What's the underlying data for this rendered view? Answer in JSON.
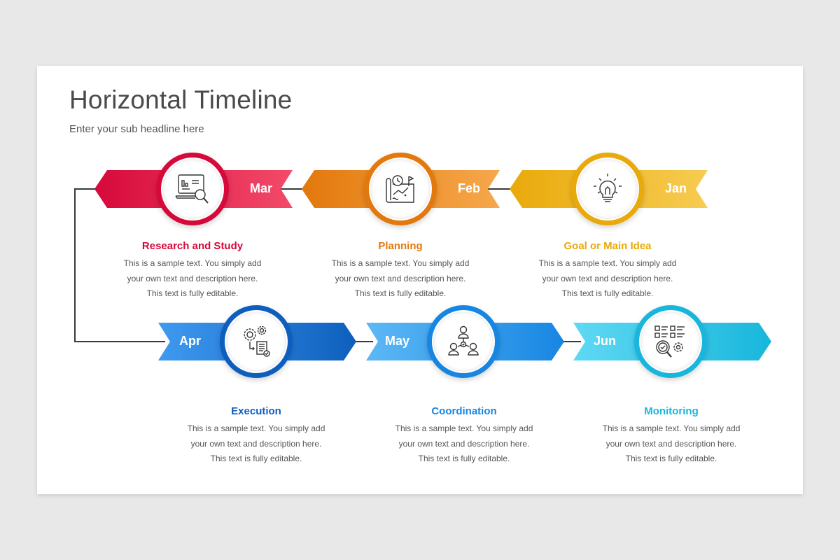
{
  "header": {
    "title": "Horizontal Timeline",
    "subtitle": "Enter your sub headline here"
  },
  "steps": [
    {
      "month": "Mar",
      "title": "Research and Study",
      "icon": "laptop-analytics-search-icon",
      "color": "#d6093a",
      "light": "#f34b6a",
      "lines": [
        "This is a sample text. You simply add",
        "your own text and description here.",
        "This text is fully editable."
      ]
    },
    {
      "month": "Feb",
      "title": "Planning",
      "icon": "map-plan-clock-flag-icon",
      "color": "#e3780c",
      "light": "#f6a84c",
      "lines": [
        "This is a sample text. You simply add",
        "your own text and description here.",
        "This text is fully editable."
      ]
    },
    {
      "month": "Jan",
      "title": "Goal or Main Idea",
      "icon": "lightbulb-icon",
      "color": "#e9a90a",
      "light": "#f7cc52",
      "lines": [
        "This is a sample text. You simply add",
        "your own text and description here.",
        "This text is fully editable."
      ]
    },
    {
      "month": "Apr",
      "title": "Execution",
      "icon": "gears-document-icon",
      "color": "#0e5fbd",
      "light": "#3f9af0",
      "lines": [
        "This is a sample text. You simply add",
        "your own text and description here.",
        "This text is fully editable."
      ]
    },
    {
      "month": "May",
      "title": "Coordination",
      "icon": "team-network-icon",
      "color": "#1786e2",
      "light": "#5db8f6",
      "lines": [
        "This is a sample text. You simply add",
        "your own text and description here.",
        "This text is fully editable."
      ]
    },
    {
      "month": "Jun",
      "title": "Monitoring",
      "icon": "checklist-search-gear-icon",
      "color": "#18b6dc",
      "light": "#5fd9f4",
      "lines": [
        "This is a sample text. You simply add",
        "your own text and description here.",
        "This text is fully editable."
      ]
    }
  ]
}
